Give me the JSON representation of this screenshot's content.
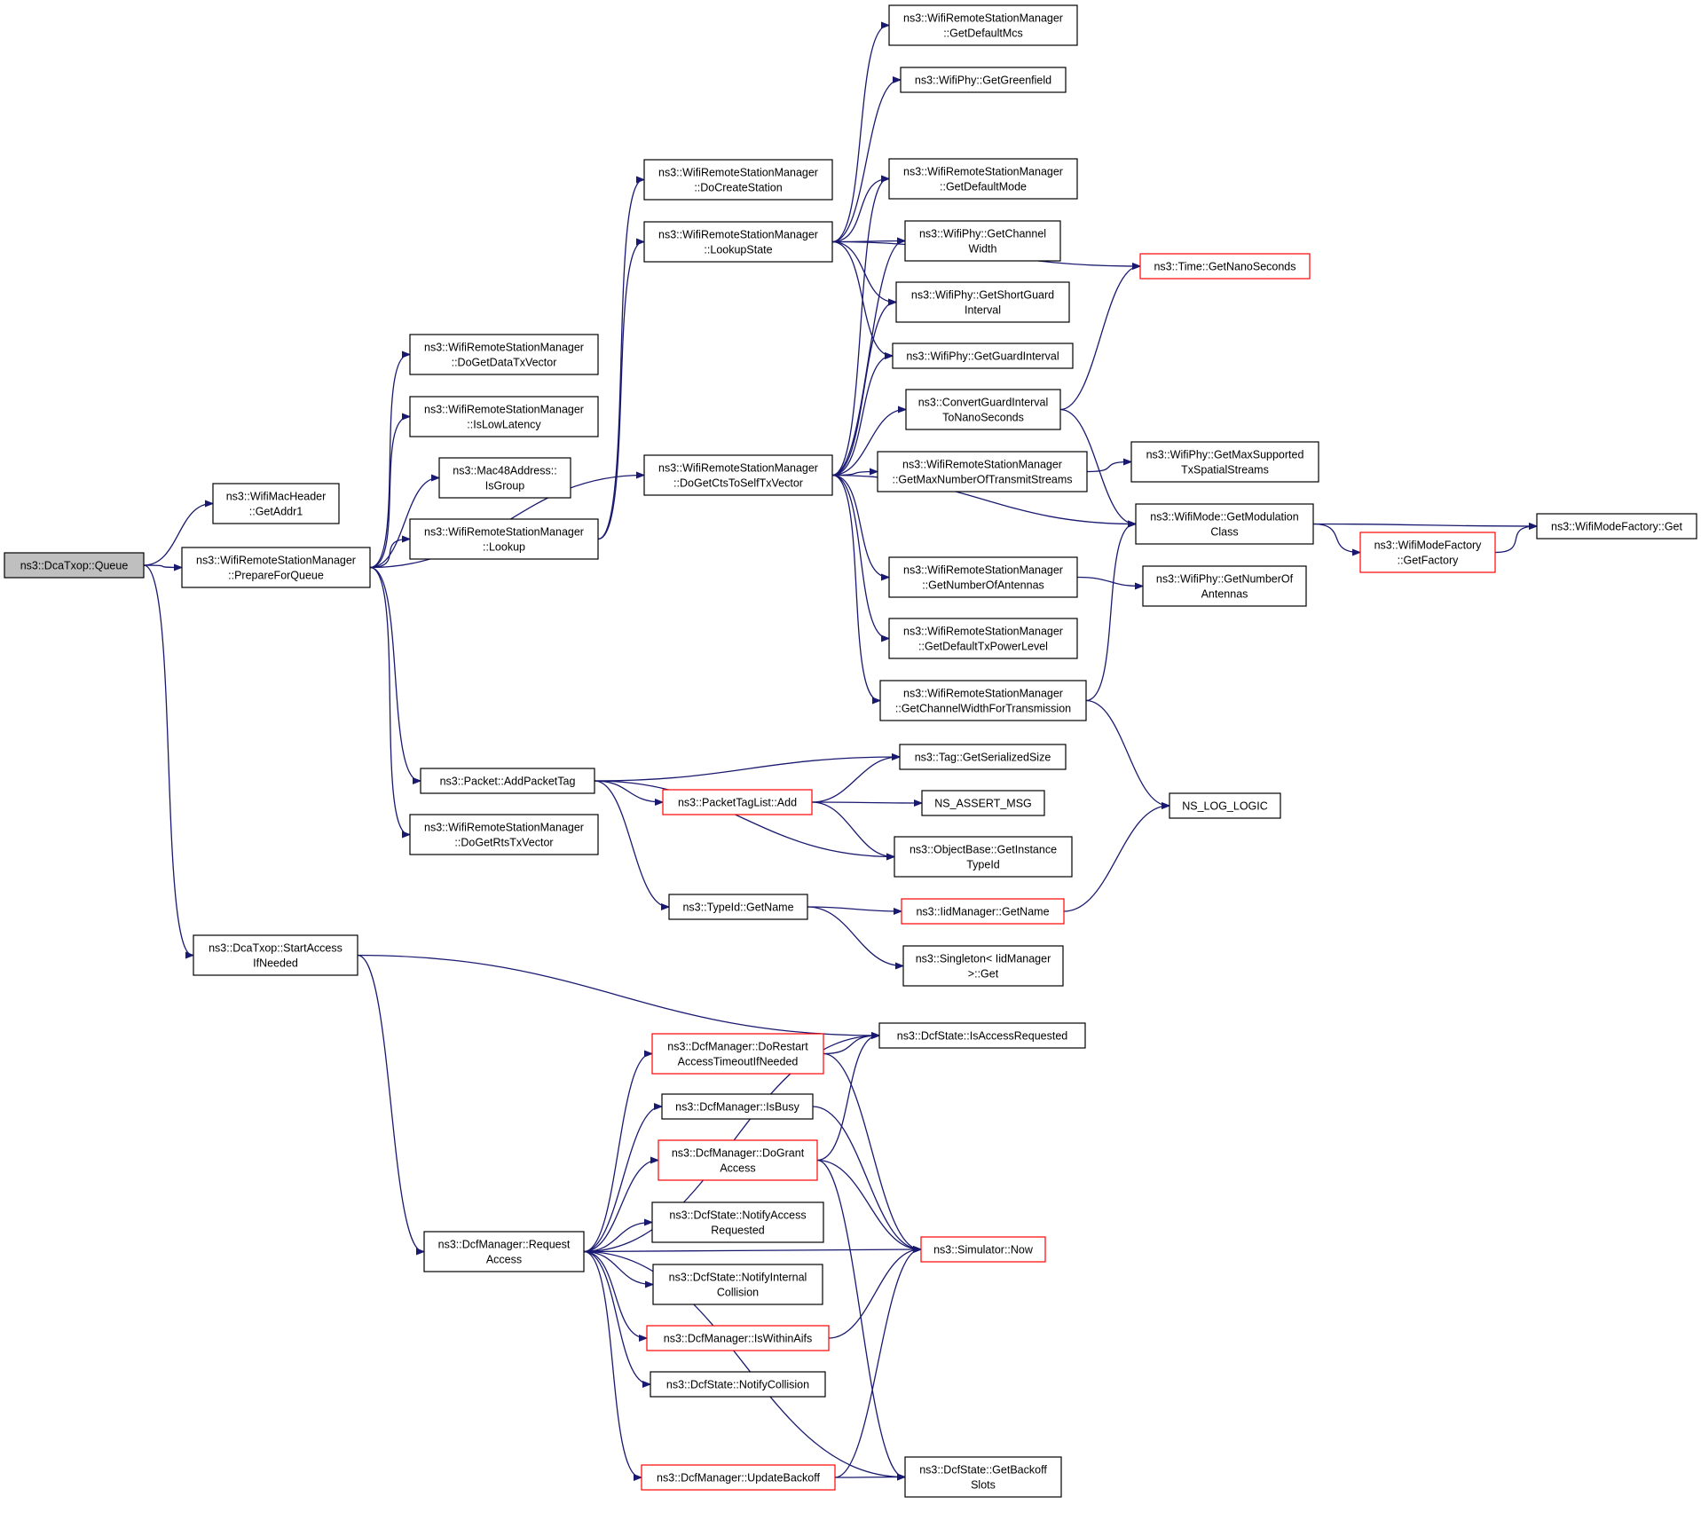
{
  "colors": {
    "edge": "#191970",
    "border_default": "#000000",
    "border_incomplete": "#ff0000",
    "root_fill": "#bfbfbf",
    "node_fill": "#ffffff"
  },
  "nodes": [
    {
      "id": "n_queue",
      "lines": [
        "ns3::DcaTxop::Queue"
      ],
      "root": true
    },
    {
      "id": "n_getaddr1",
      "lines": [
        "ns3::WifiMacHeader",
        "::GetAddr1"
      ]
    },
    {
      "id": "n_prepare",
      "lines": [
        "ns3::WifiRemoteStationManager",
        "::PrepareForQueue"
      ]
    },
    {
      "id": "n_startaccess",
      "lines": [
        "ns3::DcaTxop::StartAccess",
        "IfNeeded"
      ]
    },
    {
      "id": "n_dogetdatatx",
      "lines": [
        "ns3::WifiRemoteStationManager",
        "::DoGetDataTxVector"
      ]
    },
    {
      "id": "n_islowlatency",
      "lines": [
        "ns3::WifiRemoteStationManager",
        "::IsLowLatency"
      ]
    },
    {
      "id": "n_isgroup",
      "lines": [
        "ns3::Mac48Address::",
        "IsGroup"
      ]
    },
    {
      "id": "n_lookup",
      "lines": [
        "ns3::WifiRemoteStationManager",
        "::Lookup"
      ]
    },
    {
      "id": "n_addpackettag",
      "lines": [
        "ns3::Packet::AddPacketTag"
      ]
    },
    {
      "id": "n_dogetrts",
      "lines": [
        "ns3::WifiRemoteStationManager",
        "::DoGetRtsTxVector"
      ]
    },
    {
      "id": "n_requestaccess",
      "lines": [
        "ns3::DcfManager::Request",
        "Access"
      ]
    },
    {
      "id": "n_docreatestation",
      "lines": [
        "ns3::WifiRemoteStationManager",
        "::DoCreateStation"
      ]
    },
    {
      "id": "n_lookupstate",
      "lines": [
        "ns3::WifiRemoteStationManager",
        "::LookupState"
      ]
    },
    {
      "id": "n_dogetcts",
      "lines": [
        "ns3::WifiRemoteStationManager",
        "::DoGetCtsToSelfTxVector"
      ]
    },
    {
      "id": "n_packettaglistadd",
      "lines": [
        "ns3::PacketTagList::Add"
      ],
      "incomplete": true
    },
    {
      "id": "n_typeidgetname",
      "lines": [
        "ns3::TypeId::GetName"
      ]
    },
    {
      "id": "n_dorestart",
      "lines": [
        "ns3::DcfManager::DoRestart",
        "AccessTimeoutIfNeeded"
      ],
      "incomplete": true
    },
    {
      "id": "n_isbusy",
      "lines": [
        "ns3::DcfManager::IsBusy"
      ]
    },
    {
      "id": "n_dogrant",
      "lines": [
        "ns3::DcfManager::DoGrant",
        "Access"
      ],
      "incomplete": true
    },
    {
      "id": "n_notifyaccess",
      "lines": [
        "ns3::DcfState::NotifyAccess",
        "Requested"
      ]
    },
    {
      "id": "n_notifyinternal",
      "lines": [
        "ns3::DcfState::NotifyInternal",
        "Collision"
      ]
    },
    {
      "id": "n_iswithinaifs",
      "lines": [
        "ns3::DcfManager::IsWithinAifs"
      ],
      "incomplete": true
    },
    {
      "id": "n_notifycollision",
      "lines": [
        "ns3::DcfState::NotifyCollision"
      ]
    },
    {
      "id": "n_updatebackoff",
      "lines": [
        "ns3::DcfManager::UpdateBackoff"
      ],
      "incomplete": true
    },
    {
      "id": "n_getdefaultmcs",
      "lines": [
        "ns3::WifiRemoteStationManager",
        "::GetDefaultMcs"
      ]
    },
    {
      "id": "n_getgreenfield",
      "lines": [
        "ns3::WifiPhy::GetGreenfield"
      ]
    },
    {
      "id": "n_getdefaultmode",
      "lines": [
        "ns3::WifiRemoteStationManager",
        "::GetDefaultMode"
      ]
    },
    {
      "id": "n_getchannelwidth",
      "lines": [
        "ns3::WifiPhy::GetChannel",
        "Width"
      ]
    },
    {
      "id": "n_getshortguard",
      "lines": [
        "ns3::WifiPhy::GetShortGuard",
        "Interval"
      ]
    },
    {
      "id": "n_getguardinterval",
      "lines": [
        "ns3::WifiPhy::GetGuardInterval"
      ]
    },
    {
      "id": "n_convertguard",
      "lines": [
        "ns3::ConvertGuardInterval",
        "ToNanoSeconds"
      ]
    },
    {
      "id": "n_getmaxnumtx",
      "lines": [
        "ns3::WifiRemoteStationManager",
        "::GetMaxNumberOfTransmitStreams"
      ]
    },
    {
      "id": "n_getnumantennas",
      "lines": [
        "ns3::WifiRemoteStationManager",
        "::GetNumberOfAntennas"
      ]
    },
    {
      "id": "n_getdefaulttxpower",
      "lines": [
        "ns3::WifiRemoteStationManager",
        "::GetDefaultTxPowerLevel"
      ]
    },
    {
      "id": "n_getchannelwidthfortx",
      "lines": [
        "ns3::WifiRemoteStationManager",
        "::GetChannelWidthForTransmission"
      ]
    },
    {
      "id": "n_getserializedsize",
      "lines": [
        "ns3::Tag::GetSerializedSize"
      ]
    },
    {
      "id": "n_nsassertmsg",
      "lines": [
        "NS_ASSERT_MSG"
      ]
    },
    {
      "id": "n_getinstancetypeid",
      "lines": [
        "ns3::ObjectBase::GetInstance",
        "TypeId"
      ]
    },
    {
      "id": "n_iidgetname",
      "lines": [
        "ns3::IidManager::GetName"
      ],
      "incomplete": true
    },
    {
      "id": "n_singletonget",
      "lines": [
        "ns3::Singleton< IidManager",
        ">::Get"
      ]
    },
    {
      "id": "n_isaccessrequested",
      "lines": [
        "ns3::DcfState::IsAccessRequested"
      ]
    },
    {
      "id": "n_simnow",
      "lines": [
        "ns3::Simulator::Now"
      ],
      "incomplete": true
    },
    {
      "id": "n_getbackoffslots",
      "lines": [
        "ns3::DcfState::GetBackoff",
        "Slots"
      ]
    },
    {
      "id": "n_getnanoseconds",
      "lines": [
        "ns3::Time::GetNanoSeconds"
      ],
      "incomplete": true
    },
    {
      "id": "n_getmaxsupported",
      "lines": [
        "ns3::WifiPhy::GetMaxSupported",
        "TxSpatialStreams"
      ]
    },
    {
      "id": "n_getmodulationclass",
      "lines": [
        "ns3::WifiMode::GetModulation",
        "Class"
      ]
    },
    {
      "id": "n_phygetnumantennas",
      "lines": [
        "ns3::WifiPhy::GetNumberOf",
        "Antennas"
      ]
    },
    {
      "id": "n_nsloglogic",
      "lines": [
        "NS_LOG_LOGIC"
      ]
    },
    {
      "id": "n_getfactory",
      "lines": [
        "ns3::WifiModeFactory",
        "::GetFactory"
      ],
      "incomplete": true
    },
    {
      "id": "n_modefactoryget",
      "lines": [
        "ns3::WifiModeFactory::Get"
      ]
    }
  ]
}
